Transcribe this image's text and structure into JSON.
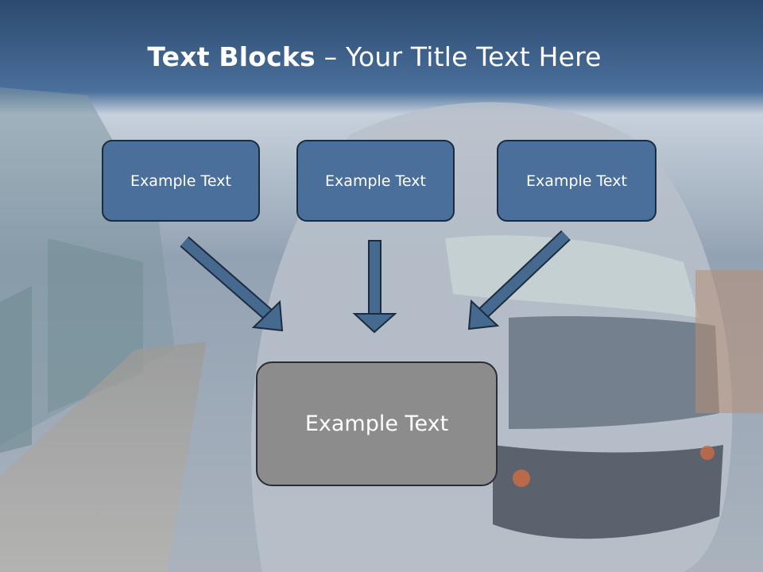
{
  "slide": {
    "title_bold": "Text Blocks",
    "title_rest": " – Your Title Text Here"
  },
  "blocks": [
    {
      "label": "Example Text"
    },
    {
      "label": "Example Text"
    },
    {
      "label": "Example Text"
    }
  ],
  "result_block": {
    "label": "Example Text"
  },
  "colors": {
    "header_band": "#3f6590",
    "block_fill": "#4a6f9b",
    "result_fill": "#8c8c8c",
    "arrow_fill": "#46698f"
  }
}
